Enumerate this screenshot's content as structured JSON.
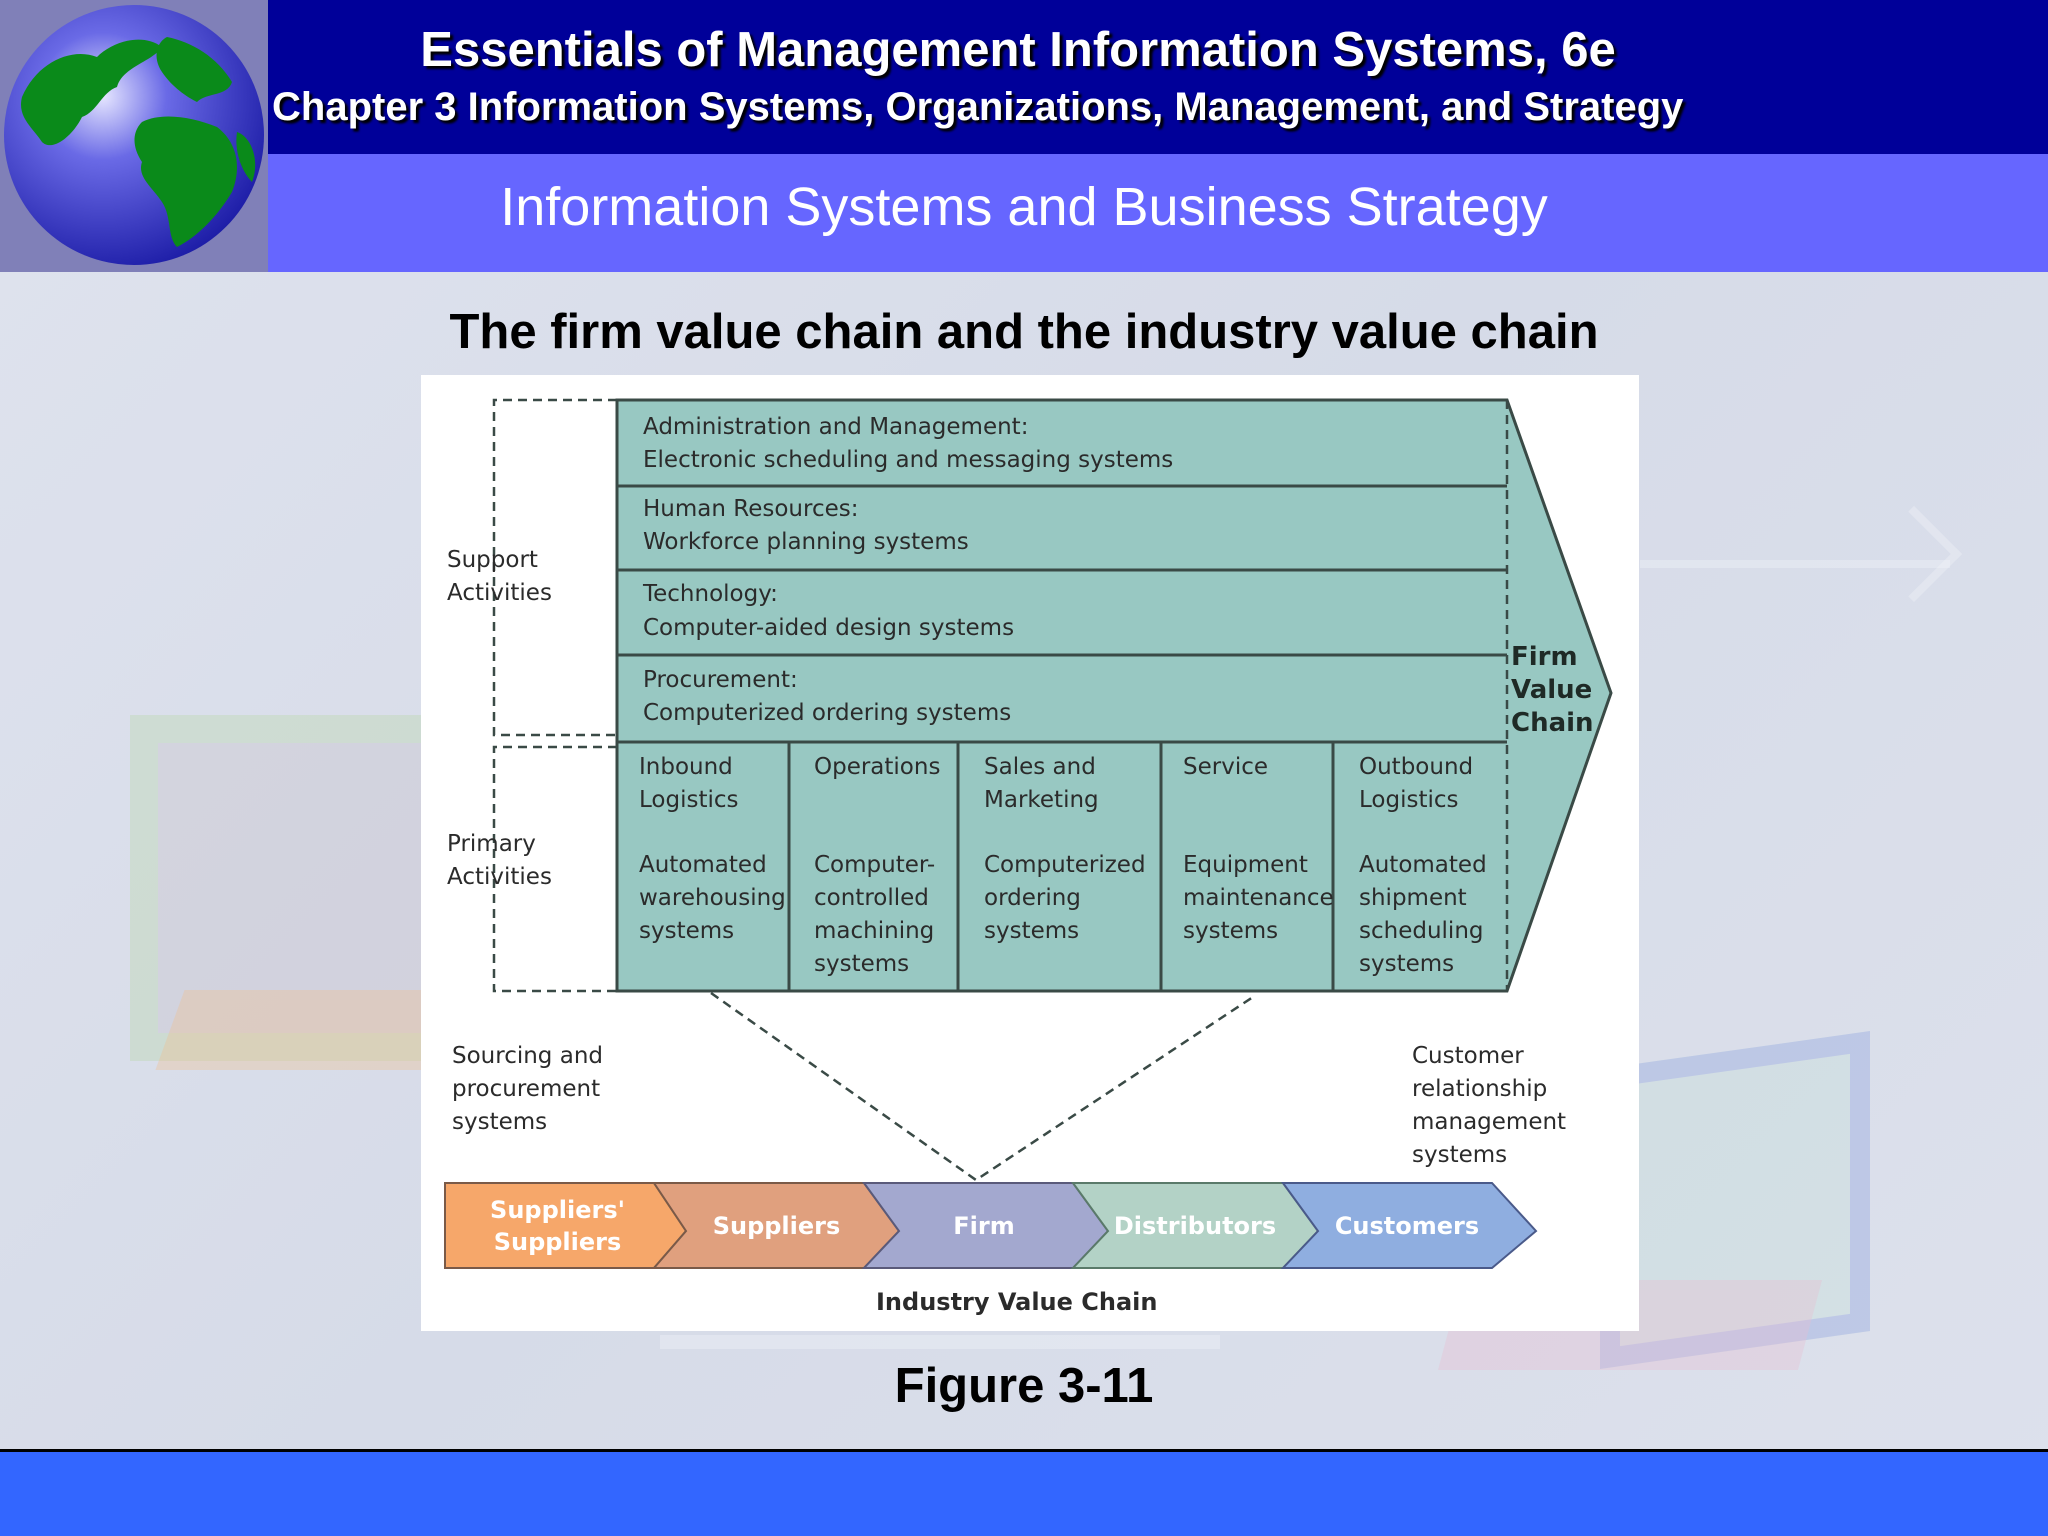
{
  "header": {
    "title": "Essentials of Management Information Systems, 6e",
    "chapter": "Chapter 3 Information Systems, Organizations, Management, and Strategy",
    "section": "Information Systems and Business Strategy"
  },
  "slide": {
    "heading": "The firm value chain and the industry value chain",
    "caption": "Figure 3-11"
  },
  "diagram": {
    "support_label": "Support\nActivities",
    "primary_label": "Primary\nActivities",
    "firm_label": "Firm\nValue\nChain",
    "support_rows": [
      {
        "title": "Administration and Management:",
        "system": "Electronic scheduling and messaging systems"
      },
      {
        "title": "Human Resources:",
        "system": "Workforce planning systems"
      },
      {
        "title": "Technology:",
        "system": "Computer-aided design systems"
      },
      {
        "title": "Procurement:",
        "system": "Computerized ordering systems"
      }
    ],
    "primary_cols": [
      {
        "title": "Inbound\nLogistics",
        "system": "Automated\nwarehousing\nsystems"
      },
      {
        "title": "Operations",
        "system": "Computer-\ncontrolled\nmachining\nsystems"
      },
      {
        "title": "Sales and\nMarketing",
        "system": "Computerized\nordering\nsystems"
      },
      {
        "title": "Service",
        "system": "Equipment\nmaintenance\nsystems"
      },
      {
        "title": "Outbound\nLogistics",
        "system": "Automated\nshipment\nscheduling\nsystems"
      }
    ],
    "sourcing_label": "Sourcing and\nprocurement\nsystems",
    "crm_label": "Customer\nrelationship\nmanagement\nsystems",
    "industry_chain": [
      {
        "label": "Suppliers'\nSuppliers",
        "color": "#f6a76a"
      },
      {
        "label": "Suppliers",
        "color": "#e0a07e"
      },
      {
        "label": "Firm",
        "color": "#a3a8cf"
      },
      {
        "label": "Distributors",
        "color": "#b3d2c6"
      },
      {
        "label": "Customers",
        "color": "#8faee0"
      }
    ],
    "industry_label": "Industry Value Chain",
    "fill_color": "#98c8c2",
    "border_color": "#3a4a46"
  }
}
